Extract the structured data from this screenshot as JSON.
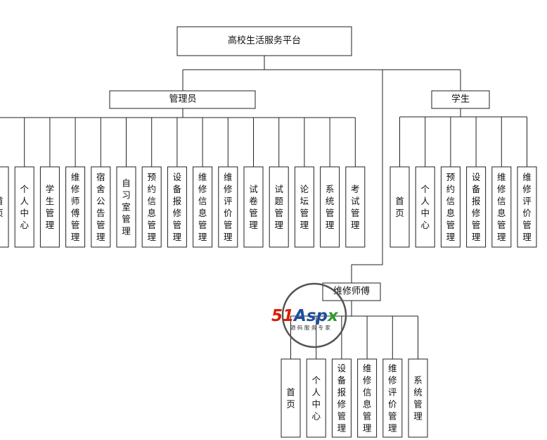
{
  "root": "高校生活服务平台",
  "roles": {
    "admin": {
      "name": "管理员",
      "modules": [
        "首页",
        "个人中心",
        "学生管理",
        "维修师傅管理",
        "宿舍公告管理",
        "自习室管理",
        "预约信息管理",
        "设备报修管理",
        "维修信息管理",
        "维修评价管理",
        "试卷管理",
        "试题管理",
        "论坛管理",
        "系统管理",
        "考试管理"
      ]
    },
    "student": {
      "name": "学生",
      "modules": [
        "首页",
        "个人中心",
        "预约信息管理",
        "设备报修管理",
        "维修信息管理",
        "维修评价管理"
      ]
    },
    "worker": {
      "name": "维修师傅",
      "modules": [
        "首页",
        "个人中心",
        "设备报修管理",
        "维修信息管理",
        "维修评价管理",
        "系统管理"
      ]
    }
  },
  "watermark": {
    "brand_51": "51",
    "brand_as": "As",
    "brand_p": "p",
    "brand_x": "x",
    "tagline": "源 码 服 务 专 家",
    "colors": {
      "red": "#d81e06",
      "blue": "#1e4e9c",
      "green": "#2e9a2e"
    }
  }
}
